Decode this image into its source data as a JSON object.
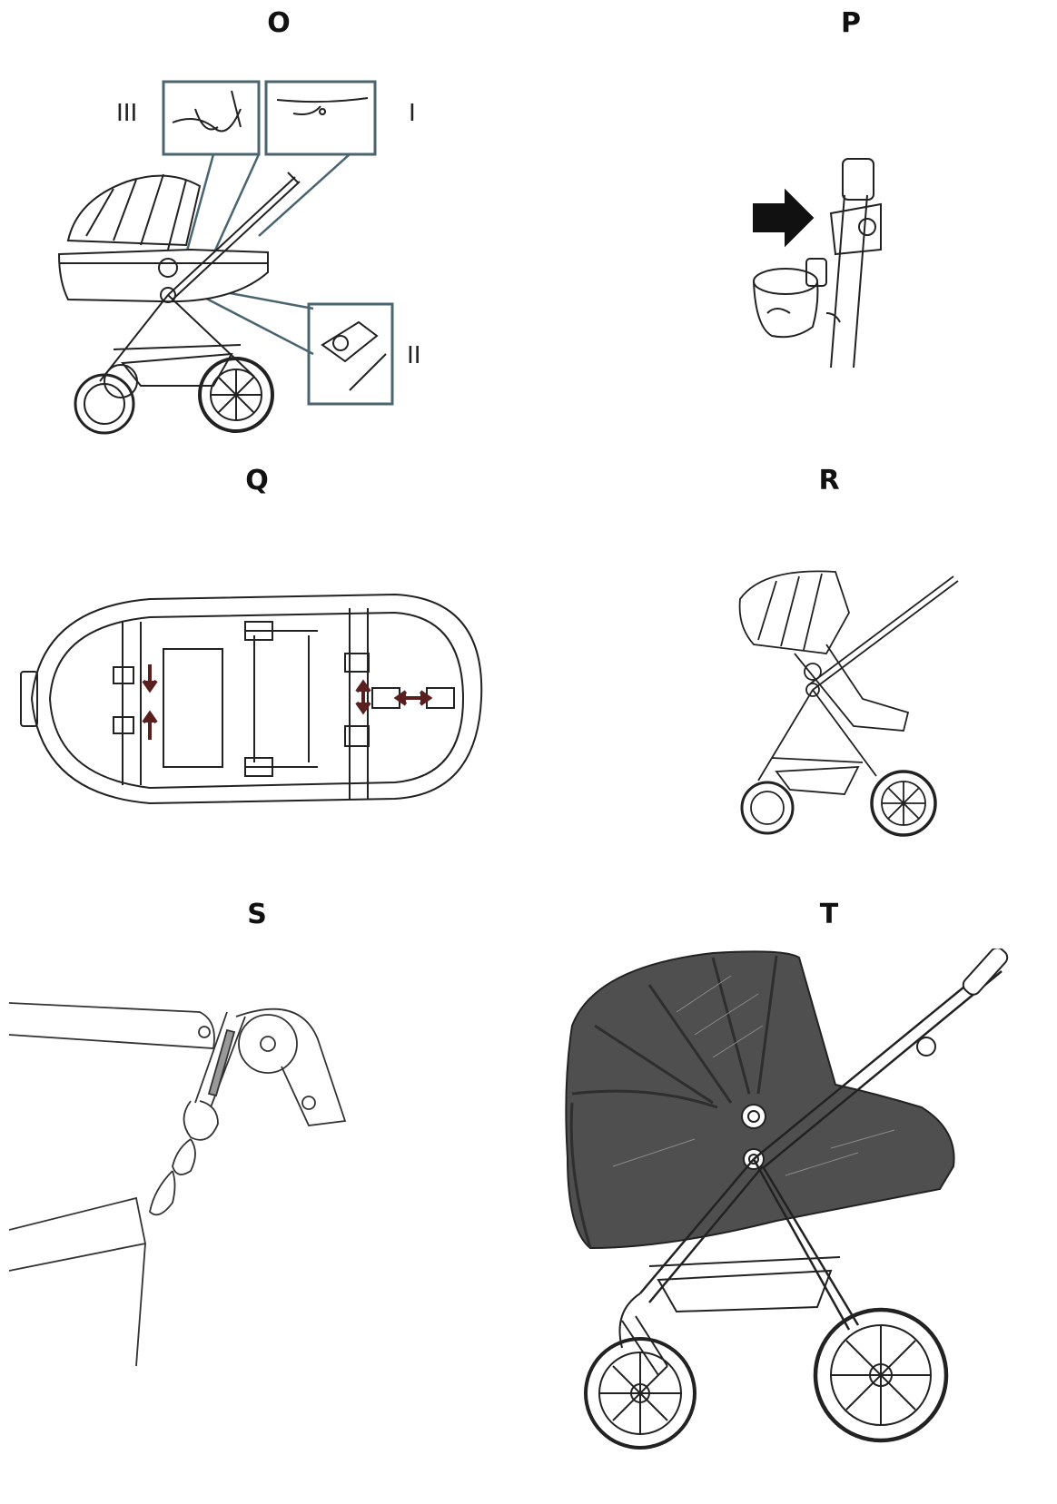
{
  "panels": {
    "o": {
      "label": "O",
      "callouts": {
        "iii": "III",
        "i": "I",
        "ii": "II"
      }
    },
    "p": {
      "label": "P"
    },
    "q": {
      "label": "Q"
    },
    "r": {
      "label": "R"
    },
    "s": {
      "label": "S"
    },
    "t": {
      "label": "T"
    }
  },
  "colors": {
    "line": "#222222",
    "callout_frame": "#4a6470",
    "canopy_fill": "#4f4f4f",
    "strap_arrow": "#5a1f1f"
  },
  "icons": {
    "p": "arrow-right-icon",
    "q": "double-arrow-icon"
  }
}
